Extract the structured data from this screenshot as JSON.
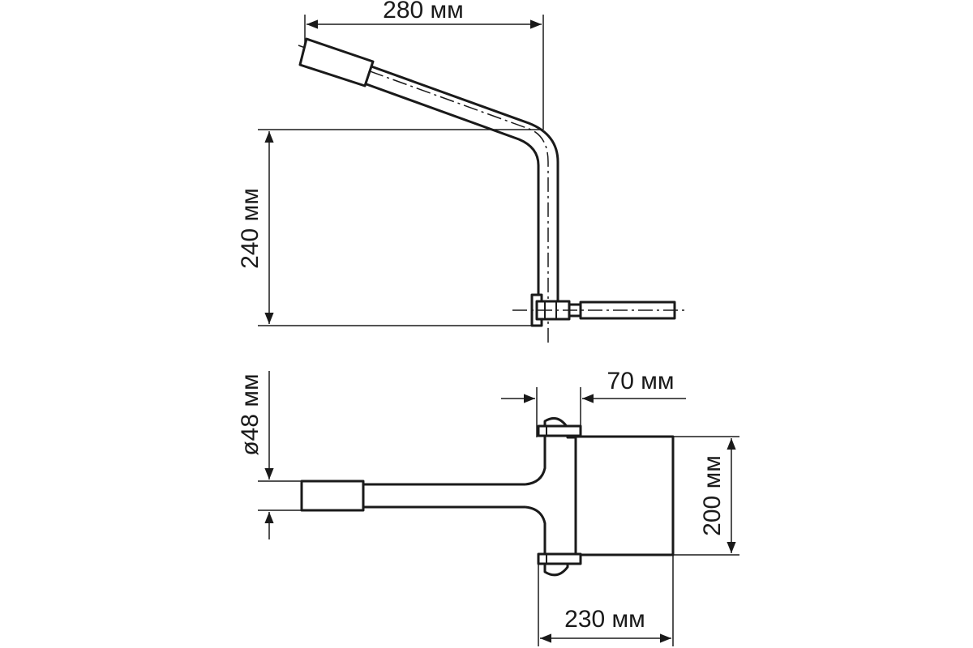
{
  "dimensions": {
    "top_width": "280 мм",
    "top_height": "240 мм",
    "pipe_diameter": "ø48 мм",
    "plate_gap": "70 мм",
    "clamp_height": "200 мм",
    "bottom_width": "230 мм"
  },
  "colors": {
    "line": "#1a1a1a",
    "background": "#ffffff"
  }
}
